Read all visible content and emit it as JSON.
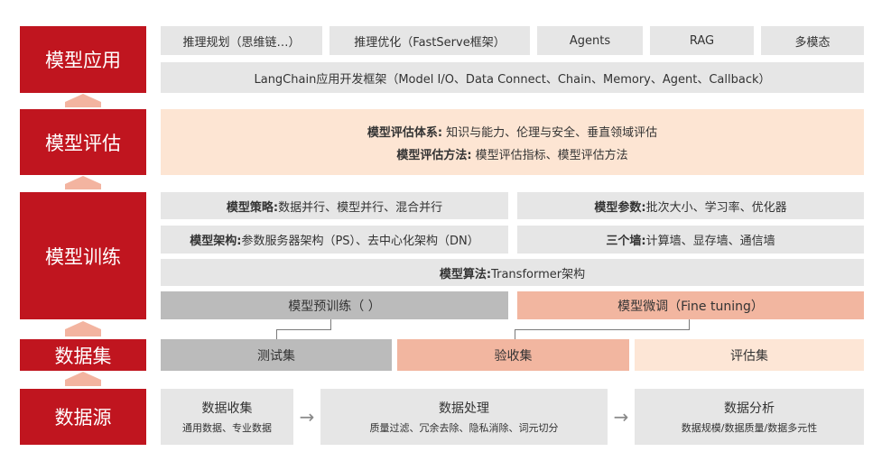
{
  "layers": {
    "app": "模型应用",
    "eval": "模型评估",
    "train": "模型训练",
    "dataset": "数据集",
    "source": "数据源"
  },
  "app": {
    "items": [
      "推理规划（思维链…）",
      "推理优化（FastServe框架）",
      "Agents",
      "RAG",
      "多模态"
    ],
    "framework": "LangChain应用开发框架（Model I/O、Data Connect、Chain、Memory、Agent、Callback）"
  },
  "eval": {
    "system_label": "模型评估体系:",
    "system_text": " 知识与能力、伦理与安全、垂直领域评估",
    "method_label": "模型评估方法:",
    "method_text": " 模型评估指标、模型评估方法"
  },
  "train": {
    "strategy_label": "模型策略:",
    "strategy_text": " 数据并行、模型并行、混合并行",
    "params_label": "模型参数:",
    "params_text": " 批次大小、学习率、优化器",
    "arch_label": "模型架构:",
    "arch_text": " 参数服务器架构（PS）、去中心化架构（DN）",
    "walls_label": "三个墙:",
    "walls_text": " 计算墙、显存墙、通信墙",
    "algo_label": "模型算法:",
    "algo_text": " Transformer架构",
    "pretrain": "模型预训练（ ）",
    "finetune": "模型微调（Fine tuning）"
  },
  "dataset": {
    "test": "测试集",
    "acceptance": "验收集",
    "evaluation": "评估集"
  },
  "source": {
    "collect_title": "数据收集",
    "collect_sub": "通用数据、专业数据",
    "process_title": "数据处理",
    "process_sub": "质量过滤、冗余去除、隐私消除、词元切分",
    "analyze_title": "数据分析",
    "analyze_sub": "数据规模/数据质量/数据多元性",
    "arrow_glyph": "→"
  },
  "colors": {
    "layer_red": "#c0151f",
    "light_gray": "#e6e6e6",
    "mid_gray": "#bbbbbb",
    "peach": "#fde5d3",
    "salmon": "#f2b6a0",
    "arrow": "#f3b4a0"
  }
}
